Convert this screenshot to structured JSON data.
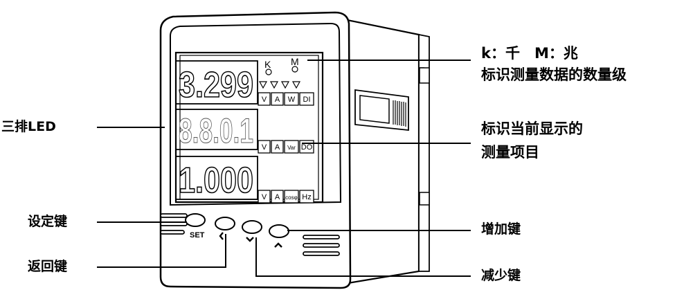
{
  "units_note": "k：千　M：兆",
  "units_note_line2": "标识测量数据的数量级",
  "led_label": "三排LED",
  "item_label_line1": "标识当前显示的",
  "item_label_line2": "测量项目",
  "set_key_label": "设定键",
  "back_key_label": "返回键",
  "up_key_label": "增加键",
  "down_key_label": "减少键",
  "display": {
    "row1_value": "3.299",
    "row2_value": "8.8.0.1",
    "row3_value": "1.000",
    "mag_k": "K",
    "mag_m": "M",
    "row1_units": [
      "V",
      "A",
      "W",
      "DI"
    ],
    "row2_units": [
      "V",
      "A",
      "Var",
      "DO"
    ],
    "row3_units": [
      "V",
      "A",
      "cosφ",
      "Hz"
    ]
  },
  "buttons": {
    "set": "SET"
  }
}
